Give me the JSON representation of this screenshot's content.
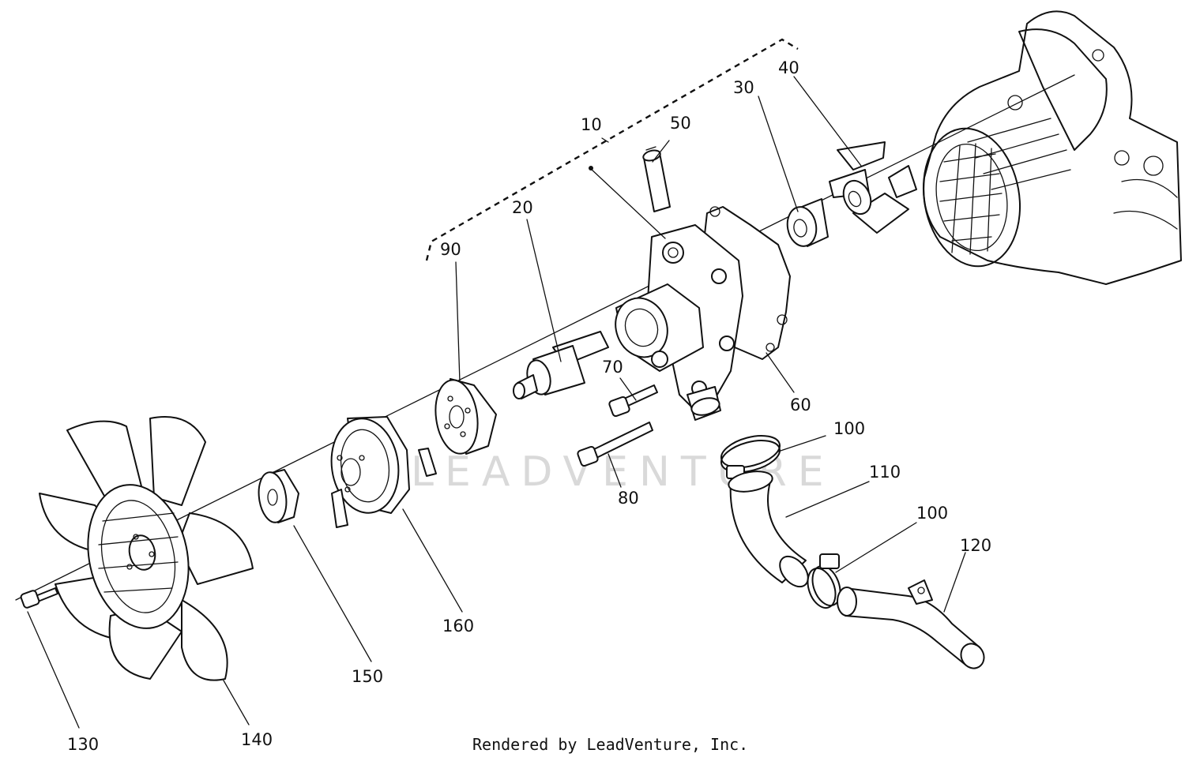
{
  "watermark": "LEADVENTURE",
  "credit": "Rendered by LeadVenture, Inc.",
  "callouts": {
    "c10": "10",
    "c20": "20",
    "c30": "30",
    "c40": "40",
    "c50": "50",
    "c60": "60",
    "c70": "70",
    "c80": "80",
    "c90": "90",
    "c100a": "100",
    "c100b": "100",
    "c110": "110",
    "c120": "120",
    "c130": "130",
    "c140": "140",
    "c150": "150",
    "c160": "160"
  }
}
